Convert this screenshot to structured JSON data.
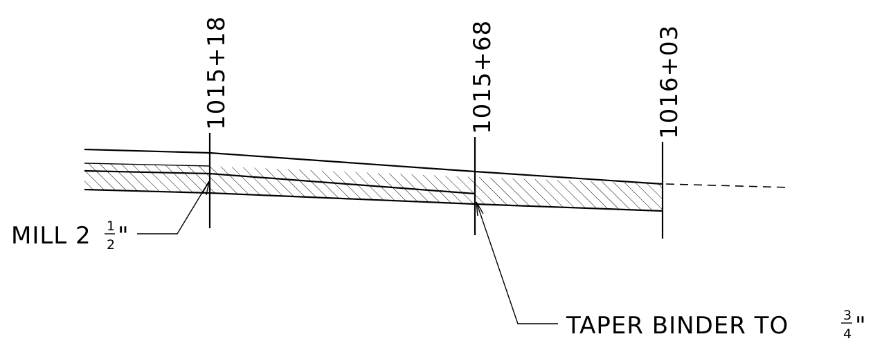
{
  "stations": [
    {
      "label": "1015+18"
    },
    {
      "label": "1015+68"
    },
    {
      "label": "1016+03"
    }
  ],
  "callouts": {
    "mill": {
      "text": "MILL 2",
      "frac_num": "1",
      "frac_den": "2",
      "unit": "\""
    },
    "taper": {
      "text": "TAPER BINDER TO",
      "frac_num": "3",
      "frac_den": "4",
      "unit": "\""
    }
  },
  "colors": {
    "ink": "#000000",
    "background": "#ffffff"
  }
}
